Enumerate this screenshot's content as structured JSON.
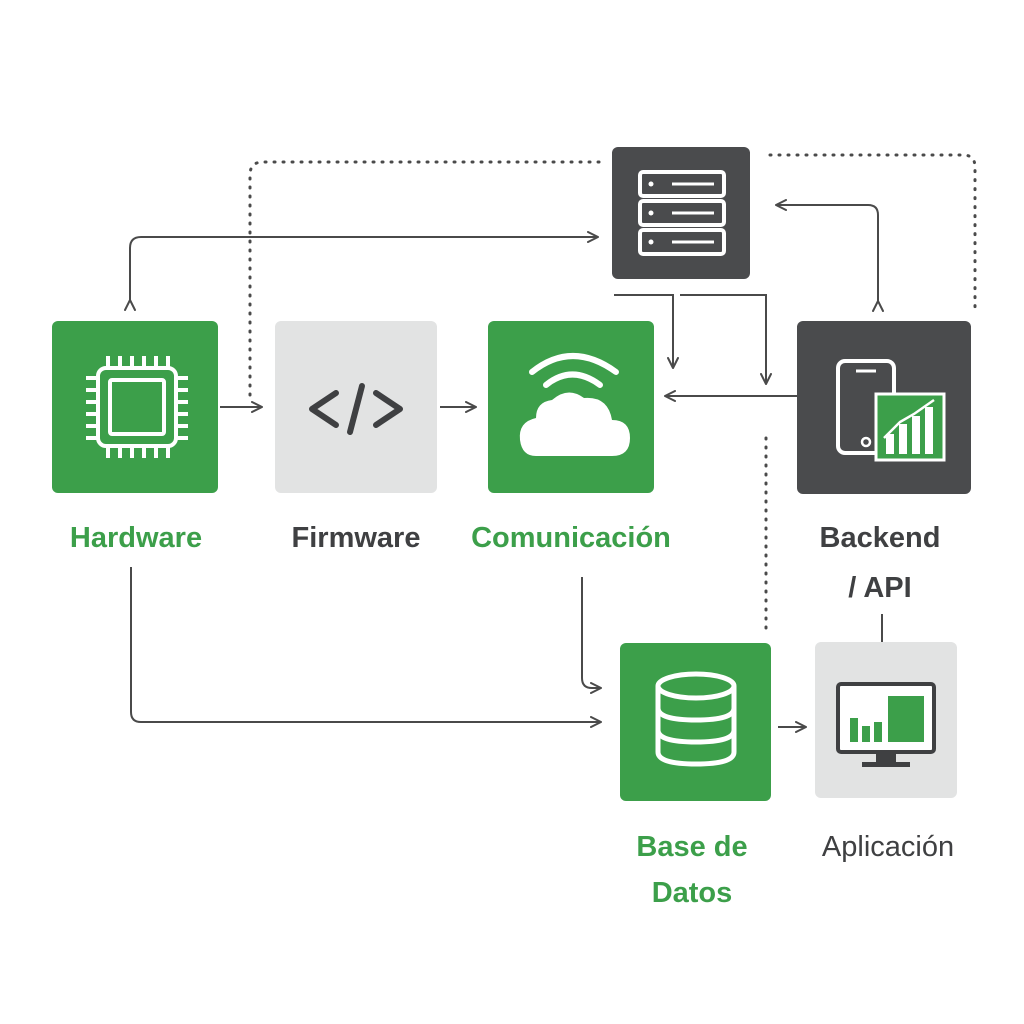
{
  "colors": {
    "green": "#3c9f4a",
    "dark": "#4a4b4d",
    "light": "#e2e3e3",
    "text_dark": "#3f4042",
    "line": "#4a4a4a"
  },
  "nodes": {
    "hardware": {
      "label": "Hardware",
      "icon": "chip-icon"
    },
    "firmware": {
      "label": "Firmware",
      "icon": "code-icon"
    },
    "comunicacion": {
      "label": "Comunicación",
      "icon": "cloud-wifi-icon"
    },
    "server": {
      "label": "",
      "icon": "server-rack-icon"
    },
    "backend": {
      "label_line1": "Backend",
      "label_line2": "/ API",
      "icon": "mobile-chart-icon"
    },
    "database": {
      "label_line1": "Base de",
      "label_line2": "Datos",
      "icon": "database-icon"
    },
    "aplicacion": {
      "label": "Aplicación",
      "icon": "monitor-chart-icon"
    }
  }
}
